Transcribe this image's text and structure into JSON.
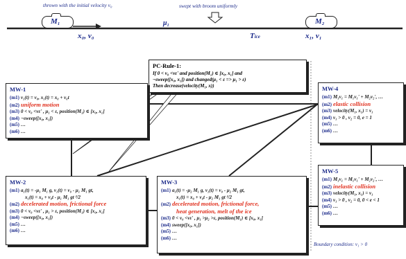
{
  "top": {
    "caption_left": "thrown with the initial velocity v₀",
    "caption_mid": "swept with broom uniformly",
    "stone1": "M₁",
    "stone2": "M₂",
    "mu": "μ₁",
    "pos_left": "x₀, v₀",
    "ice": "T",
    "ice_sub": "ice",
    "pos_right": "x₁, v₁"
  },
  "rule": {
    "title": "PC-Rule-1:",
    "lines": [
      "If     0 < v₀ <vε' and position(M₁) ∈ [x₀, x₁] and",
      "        ¬sweep([x₀, x₁]) and changed(μ₁ < ε => μ₁ > ε)",
      "Then decrease(velocity(M₁, x))"
    ]
  },
  "mw1": {
    "title": "MW-1",
    "rows": [
      {
        "tag": "(m1)",
        "text": "v₁(t) = v₀, x₁(t) = x₀ + v₀t",
        "red": false
      },
      {
        "tag": "(m2)",
        "text": "uniform motion",
        "red": true
      },
      {
        "tag": "(m3)",
        "text": "0 < v₀ <vε' , μ₁ < ε, position(M₁) ∈ [x₀, x₁]",
        "red": false
      },
      {
        "tag": "(m4)",
        "text": "¬sweep([x₀, x₁])",
        "red": false
      },
      {
        "tag": "(m5)",
        "text": "…",
        "red": false
      },
      {
        "tag": "(m6)",
        "text": "…",
        "red": false
      }
    ]
  },
  "mw2": {
    "title": "MW-2",
    "rows": [
      {
        "tag": "(m1)",
        "text": "a₁(t) = -μ₁ M₁ g, v₁(t) = v₀ - μ₁ M₁ gt,",
        "red": false,
        "sub": false
      },
      {
        "tag": "",
        "text": "x₁(t) = x₀ + v₀t - μ₁ M₁ gt ²/2",
        "red": false,
        "sub": true
      },
      {
        "tag": "(m2)",
        "text": "decelerated motion, frictional force",
        "red": true,
        "sub": false
      },
      {
        "tag": "(m3)",
        "text": "0 < v₀ <vε' , μ₁ > ε, position(M₁) ∈ [x₀, x₁]",
        "red": false,
        "sub": false
      },
      {
        "tag": "(m4)",
        "text": "¬sweep([x₀, x₁])",
        "red": false,
        "sub": false
      },
      {
        "tag": "(m5)",
        "text": "…",
        "red": false,
        "sub": false
      },
      {
        "tag": "(m6)",
        "text": "…",
        "red": false,
        "sub": false
      }
    ]
  },
  "mw3": {
    "title": "MW-3",
    "rows": [
      {
        "tag": "(m1)",
        "text": "a₁(t) = -μ₂ M₁ g, v₁(t) = v₀ - μ₂ M₁ gt,",
        "red": false,
        "sub": false
      },
      {
        "tag": "",
        "text": "x₁(t) = x₀ + v₀t - μ₂ M₁ gt ²/2",
        "red": false,
        "sub": true
      },
      {
        "tag": "(m2)",
        "text": "decelerated motion, frictional force,",
        "red": true,
        "sub": false
      },
      {
        "tag": "",
        "text": "heat generation, melt of the ice",
        "red": true,
        "sub": true
      },
      {
        "tag": "(m3)",
        "text": "0 < v₀ <vε' , μ₁ >μ₂ >ε, position(M₁) ∈ [x₀, x₁]",
        "red": false,
        "sub": false
      },
      {
        "tag": "(m4)",
        "text": "sweep([x₀, x₁])",
        "red": false,
        "sub": false
      },
      {
        "tag": "(m5)",
        "text": "…",
        "red": false,
        "sub": false
      },
      {
        "tag": "(m6)",
        "text": "…",
        "red": false,
        "sub": false
      }
    ]
  },
  "mw4": {
    "title": "MW-4",
    "rows": [
      {
        "tag": "(m1)",
        "text": "M₁v₁ = M₁v₁' + M₂v₂', …",
        "red": false
      },
      {
        "tag": "(m2)",
        "text": "elastic collision",
        "red": true
      },
      {
        "tag": "(m3)",
        "text": "velocity(M₁, x₁) = v₁",
        "red": false
      },
      {
        "tag": "(m4)",
        "text": "v₁ > 0 , v₂ = 0, e = 1",
        "red": false
      },
      {
        "tag": "(m5)",
        "text": "…",
        "red": false
      },
      {
        "tag": "(m6)",
        "text": "…",
        "red": false
      }
    ]
  },
  "mw5": {
    "title": "MW-5",
    "rows": [
      {
        "tag": "(m1)",
        "text": "M₁v₁ = M₁v₁' + M₂v₂', …",
        "red": false
      },
      {
        "tag": "(m2)",
        "text": "inelastic collision",
        "red": true
      },
      {
        "tag": "(m3)",
        "text": "velocity(M₁, x₁) = v₁",
        "red": false
      },
      {
        "tag": "(m4)",
        "text": "v₁ > 0 , v₂ = 0, 0 < e < 1",
        "red": false
      },
      {
        "tag": "(m5)",
        "text": "…",
        "red": false
      },
      {
        "tag": "(m6)",
        "text": "…",
        "red": false
      }
    ]
  },
  "boundary": "Boundary condition: v₁ > 0"
}
